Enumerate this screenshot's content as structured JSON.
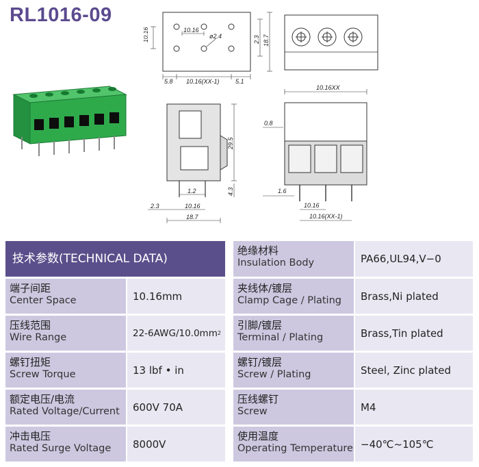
{
  "title": "RL1016-09",
  "colors": {
    "brand": "#5b4a8f",
    "header_bg": "#5b4f8b",
    "label_bg": "#cdc8e0",
    "value_bg": "#e9e7f1",
    "terminal_green": "#2eaa4b"
  },
  "drawing_dims": {
    "top_view": [
      "10.16",
      "10.16",
      "ø2.4",
      "2.3",
      "18.7",
      "5.8",
      "10.16(XX-1)",
      "5.1"
    ],
    "side_view": [
      "29.5",
      "1.2",
      "4.3",
      "2.3",
      "10.16",
      "18.7"
    ],
    "front_view": [
      "10.16XX",
      "0.8",
      "1.6",
      "10.16",
      "10.16(XX-1)"
    ]
  },
  "technical_data": {
    "header": "技术参数(TECHNICAL DATA)",
    "left_rows": [
      {
        "cn": "端子间距",
        "en": "Center Space",
        "value": "10.16mm"
      },
      {
        "cn": "压线范围",
        "en": "Wire Range",
        "value": "22-6AWG/10.0mm",
        "value_sup": "2"
      },
      {
        "cn": "螺钉扭矩",
        "en": "Screw Torque",
        "value": "13 lbf • in"
      },
      {
        "cn": "额定电压/电流",
        "en": "Rated Voltage/Current",
        "value": "600V 70A"
      },
      {
        "cn": "冲击电压",
        "en": "Rated Surge Voltage",
        "value": "8000V"
      }
    ],
    "right_rows": [
      {
        "cn": "绝缘材料",
        "en": "Insulation Body",
        "value": "PA66,UL94,V−0"
      },
      {
        "cn": "夹线体/镀层",
        "en": "Clamp Cage / Plating",
        "value": "Brass,Ni plated"
      },
      {
        "cn": "引脚/镀层",
        "en": "Terminal / Plating",
        "value": "Brass,Tin plated"
      },
      {
        "cn": "螺钉/镀层",
        "en": "Screw / Plating",
        "value": "Steel, Zinc plated"
      },
      {
        "cn": "压线螺钉",
        "en": "Screw",
        "value": "M4"
      },
      {
        "cn": "使用温度",
        "en": "Operating Temperature",
        "value": "−40℃~105℃"
      }
    ]
  }
}
